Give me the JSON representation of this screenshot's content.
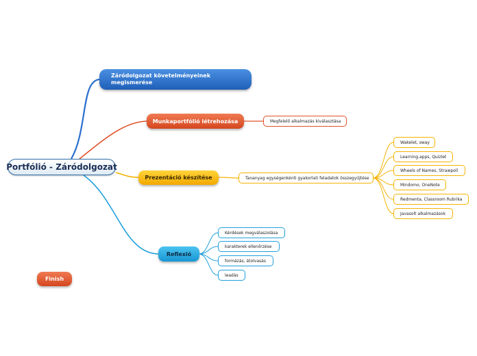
{
  "root": {
    "label": "Portfólió - Záródolgozat"
  },
  "topics": [
    {
      "label": "Záródolgozat követelményeinek megismerése",
      "color": "#2a6fcf"
    },
    {
      "label": "Munkaportfólió létrehozása",
      "color": "#e0502a",
      "children": [
        {
          "label": "Megfelelő alkalmazás kiválasztása"
        }
      ]
    },
    {
      "label": "Prezentáció készítése",
      "color": "#f4b300",
      "children": [
        {
          "label": "Tananyag egységenkénti gyakorlati feladatok összegyűjtése",
          "children": [
            {
              "label": "Wakelet, sway"
            },
            {
              "label": "Learning.apps, Quizlet"
            },
            {
              "label": "Wheels of Names, Strawpoll"
            },
            {
              "label": "Mindomo, OneNote"
            },
            {
              "label": "Redmenta, Classroom Rubrika"
            },
            {
              "label": "Javasolt alkalmazások"
            }
          ]
        }
      ]
    },
    {
      "label": "Reflexió",
      "color": "#1e9fdc",
      "children": [
        {
          "label": "Kérdések megválaszolása"
        },
        {
          "label": "karakterek ellenőrzése"
        },
        {
          "label": "formázás, átolvasás"
        },
        {
          "label": "leadás"
        }
      ]
    }
  ],
  "floating": {
    "label": "Finish",
    "color": "#e0502a"
  }
}
